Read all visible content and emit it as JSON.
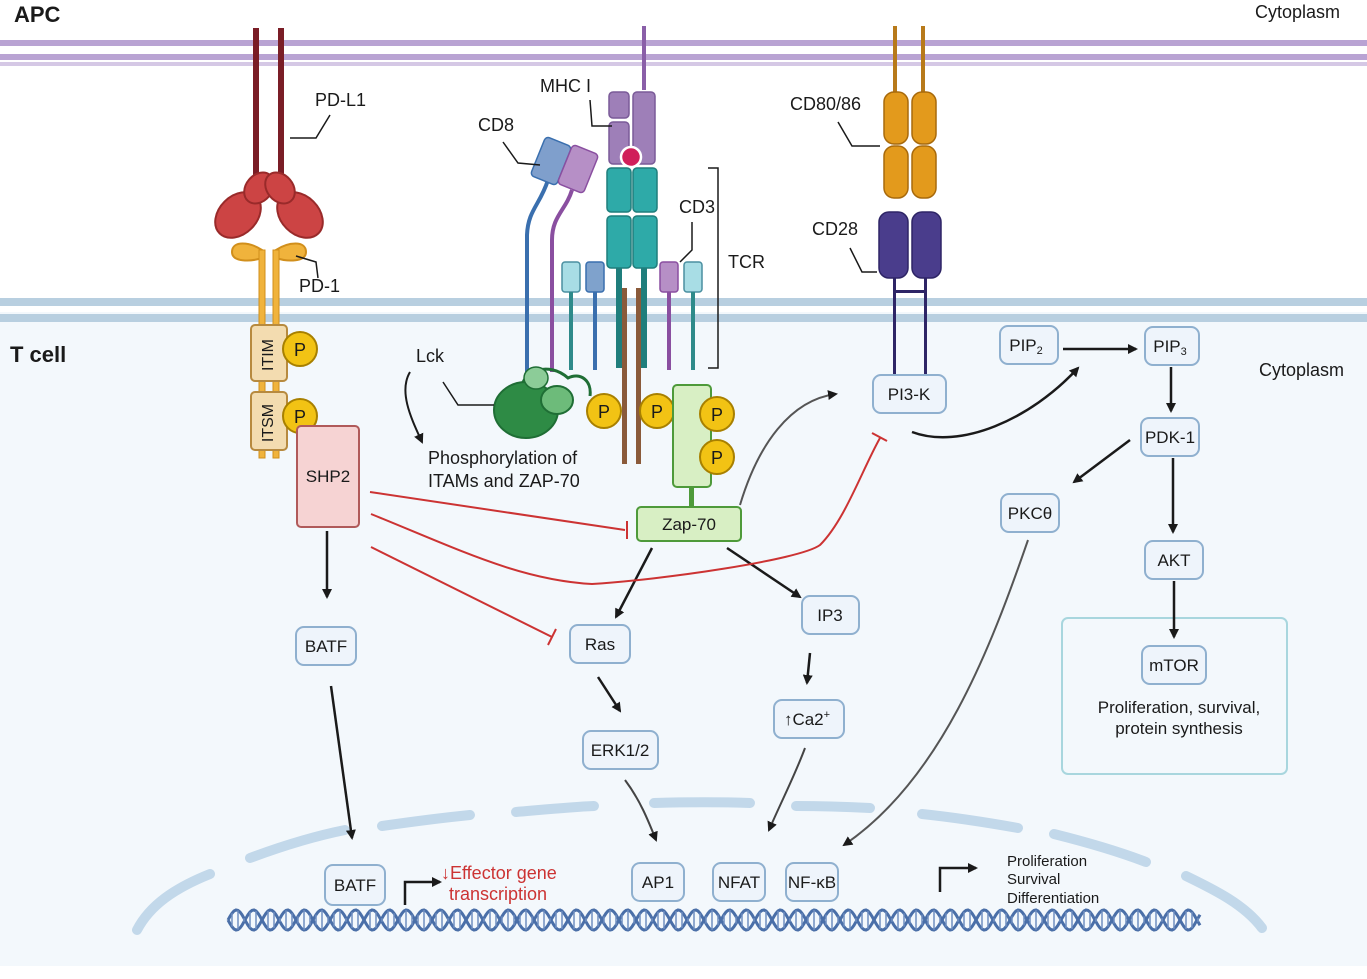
{
  "compartments": {
    "apc": "APC",
    "tcell": "T cell",
    "cytoplasm_top": "Cytoplasm",
    "cytoplasm_right": "Cytoplasm"
  },
  "receptors": {
    "pdl1": "PD-L1",
    "pd1": "PD-1",
    "mhc": "MHC I",
    "cd8": "CD8",
    "cd3": "CD3",
    "tcr": "TCR",
    "cd8086": "CD80/86",
    "cd28": "CD28",
    "itim": "ITIM",
    "itsm": "ITSM",
    "lck": "Lck",
    "p": "P"
  },
  "nodes": {
    "shp2": "SHP2",
    "zap70": "Zap-70",
    "pi3k": "PI3-K",
    "pip2_base": "PIP",
    "pip2_sub": "2",
    "pip3_base": "PIP",
    "pip3_sub": "3",
    "pdk1": "PDK-1",
    "pkc": "PKCθ",
    "akt": "AKT",
    "mtor": "mTOR",
    "batf": "BATF",
    "ras": "Ras",
    "ip3": "IP3",
    "erk": "ERK1/2",
    "ca_base": "↑Ca2",
    "ca_sup": "+",
    "batf_nuc": "BATF",
    "ap1": "AP1",
    "nfat": "NFAT",
    "nfkb": "NF-κB"
  },
  "texts": {
    "phos_line1": "Phosphorylation of",
    "phos_line2": "ITAMs and ZAP-70",
    "mtor_out1": "Proliferation, survival,",
    "mtor_out2": "protein synthesis",
    "effector1": "↓Effector gene",
    "effector2": "transcription",
    "outcome1": "Proliferation",
    "outcome2": "Survival",
    "outcome3": "Differentiation"
  },
  "colors": {
    "apc_membrane": "#b9a3d3",
    "tcell_membrane": "#b8cfe0",
    "tcell_bg": "#f3f8fc",
    "inhibit": "#cc3333",
    "pdl1": "#7a1d26",
    "pd1": "#f0b33c",
    "cd8086": "#e39a1c",
    "cd28": "#4a3d8c",
    "phospho": "#f2c314",
    "zap": "#d8efc4",
    "shp2": "#f6d3d3",
    "tcr": "#2eaaa8",
    "mhc": "#9e7fb8",
    "lck": "#2e8b45"
  }
}
